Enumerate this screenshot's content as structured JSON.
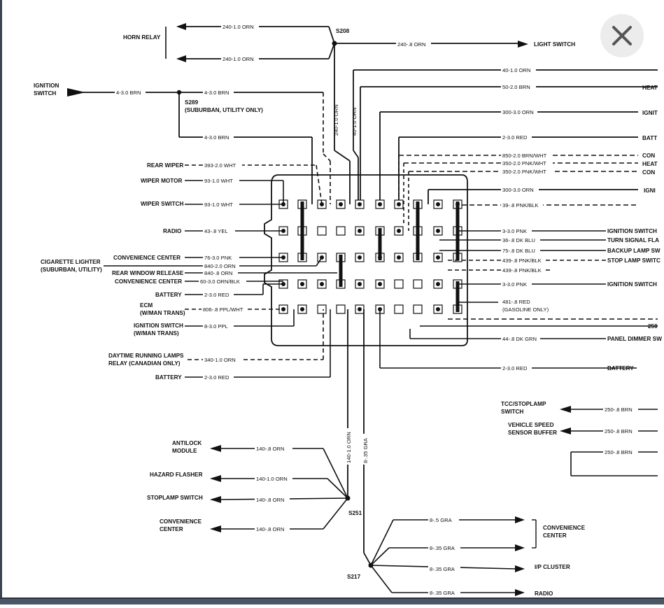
{
  "left_inputs": {
    "horn_relay": "HORN RELAY",
    "horn_wire_top": "240-1.0 ORN",
    "horn_wire_bottom": "240-1.0 ORN",
    "ignition_switch": [
      "IGNITION",
      "SWITCH"
    ],
    "ign_wire": "4-3.0 BRN",
    "s289_wire": "4-3.0 BRN",
    "s289_name": "S289",
    "s289_note": "(SUBURBAN, UTILITY ONLY)",
    "s289_out_wire": "4-3.0 BRN"
  },
  "splices": {
    "s208": "S208",
    "s208_out_wire": "240-.8 ORN",
    "s208_out_label": "LIGHT SWITCH",
    "s251": "S251",
    "s217": "S217"
  },
  "vertical_wires": {
    "v1": "240-1.0 ORN",
    "v2": "40-1.0 ORN",
    "v3": "140-1.0 ORN",
    "v4": "8-.35 GRA"
  },
  "left_side_rows": [
    {
      "label": "REAR WIPER",
      "wire": "393-2.0 WHT"
    },
    {
      "label": "WIPER MOTOR",
      "wire": "93-1.0 WHT"
    },
    {
      "label": "WIPER SWITCH",
      "wire": "93-1.0 WHT"
    },
    {
      "label": "RADIO",
      "wire": "43-.8 YEL"
    },
    {
      "label": "CONVENIENCE CENTER",
      "wire": "76-3.0 PNK"
    },
    {
      "label": "",
      "wire": "840-2.0 ORN"
    },
    {
      "label": "REAR WINDOW RELEASE",
      "wire": "840-.8 ORN"
    },
    {
      "label": "CONVENIENCE CENTER",
      "wire": "60-3.0 ORN/BLK"
    },
    {
      "label": "BATTERY",
      "wire": "2-3.0 RED"
    },
    {
      "label": "ECM",
      "wire": "806-.8 PPL/WHT"
    },
    {
      "label": "(W/MAN TRANS)",
      "wire": ""
    },
    {
      "label": "IGNITION SWITCH",
      "wire": "8-3.0 PPL"
    },
    {
      "label": "(W/MAN TRANS)",
      "wire": ""
    },
    {
      "label": "DAYTIME RUNNING LAMPS",
      "wire": "340-1.0 ORN"
    },
    {
      "label": "RELAY (CANADIAN ONLY)",
      "wire": ""
    },
    {
      "label": "BATTERY",
      "wire": "2-3.0 RED"
    }
  ],
  "cig_lighter": [
    "CIGARETTE LIGHTER",
    "(SUBURBAN, UTILITY)"
  ],
  "right_side_top": [
    {
      "wire": "40-1.0 ORN",
      "label": ""
    },
    {
      "wire": "50-2.0 BRN",
      "label": "HEAT"
    },
    {
      "wire": "300-3.0 ORN",
      "label": "IGNIT"
    },
    {
      "wire": "2-3.0 RED",
      "label": "BATT"
    },
    {
      "wire": "850-2.0 BRN/WHT",
      "label": "CON"
    },
    {
      "wire": "350-2.0 PNK/WHT",
      "label": "HEAT"
    },
    {
      "wire": "350-2.0 PNK/WHT",
      "label": "CON"
    },
    {
      "wire": "300-3.0 ORN",
      "label": "IGNI"
    },
    {
      "wire": "39-.8 PNK/BLK",
      "label": ""
    }
  ],
  "right_side_rows": [
    {
      "wire": "3-3.0 PNK",
      "label": "IGNITION SWITCH"
    },
    {
      "wire": "36-.8 DK BLU",
      "label": "TURN SIGNAL FLA"
    },
    {
      "wire": "75-.8 DK BLU",
      "label": "BACKUP LAMP SW"
    },
    {
      "wire": "439-.8 PNK/BLK",
      "label": "STOP LAMP SWITC"
    },
    {
      "wire": "439-.8 PNK/BLK",
      "label": ""
    },
    {
      "wire": "3-3.0 PNK",
      "label": "IGNITION SWITCH"
    },
    {
      "wire": "481-.8 RED",
      "label": ""
    },
    {
      "wire": "(GASOLINE ONLY)",
      "label": ""
    },
    {
      "wire": "44-.8 DK GRN",
      "label": "PANEL DIMMER SW"
    },
    {
      "wire": "2-3.0 RED",
      "label": "BATTERY"
    }
  ],
  "lower_right": [
    {
      "label": [
        "TCC/STOPLAMP",
        "SWITCH"
      ],
      "wire": "250-.8 BRN"
    },
    {
      "label": [
        "VEHICLE SPEED",
        "SENSOR BUFFER"
      ],
      "wire": "250-.8 BRN"
    },
    {
      "label": [],
      "wire": "250-.8 BRN"
    }
  ],
  "lower_left": [
    {
      "label": [
        "ANTILOCK",
        "MODULE"
      ],
      "wire": "140-.8 ORN"
    },
    {
      "label": [
        "HAZARD FLASHER"
      ],
      "wire": "140-1.0 ORN"
    },
    {
      "label": [
        "STOPLAMP SWITCH"
      ],
      "wire": "140-.8 ORN"
    },
    {
      "label": [
        "CONVENIENCE",
        "CENTER"
      ],
      "wire": "140-.8 ORN"
    }
  ],
  "lower_s217": [
    {
      "wire": "8-.5 GRA",
      "label": ""
    },
    {
      "wire": "8-.35 GRA",
      "label": ""
    },
    {
      "wire": "8-.35 GRA",
      "label": "I/P CLUSTER"
    },
    {
      "wire": "8-.35 GRA",
      "label": "RADIO"
    }
  ],
  "conv_center_right": [
    "CONVENIENCE",
    "CENTER"
  ],
  "right_tail_wire": "250",
  "close_button_icon": "close-icon"
}
